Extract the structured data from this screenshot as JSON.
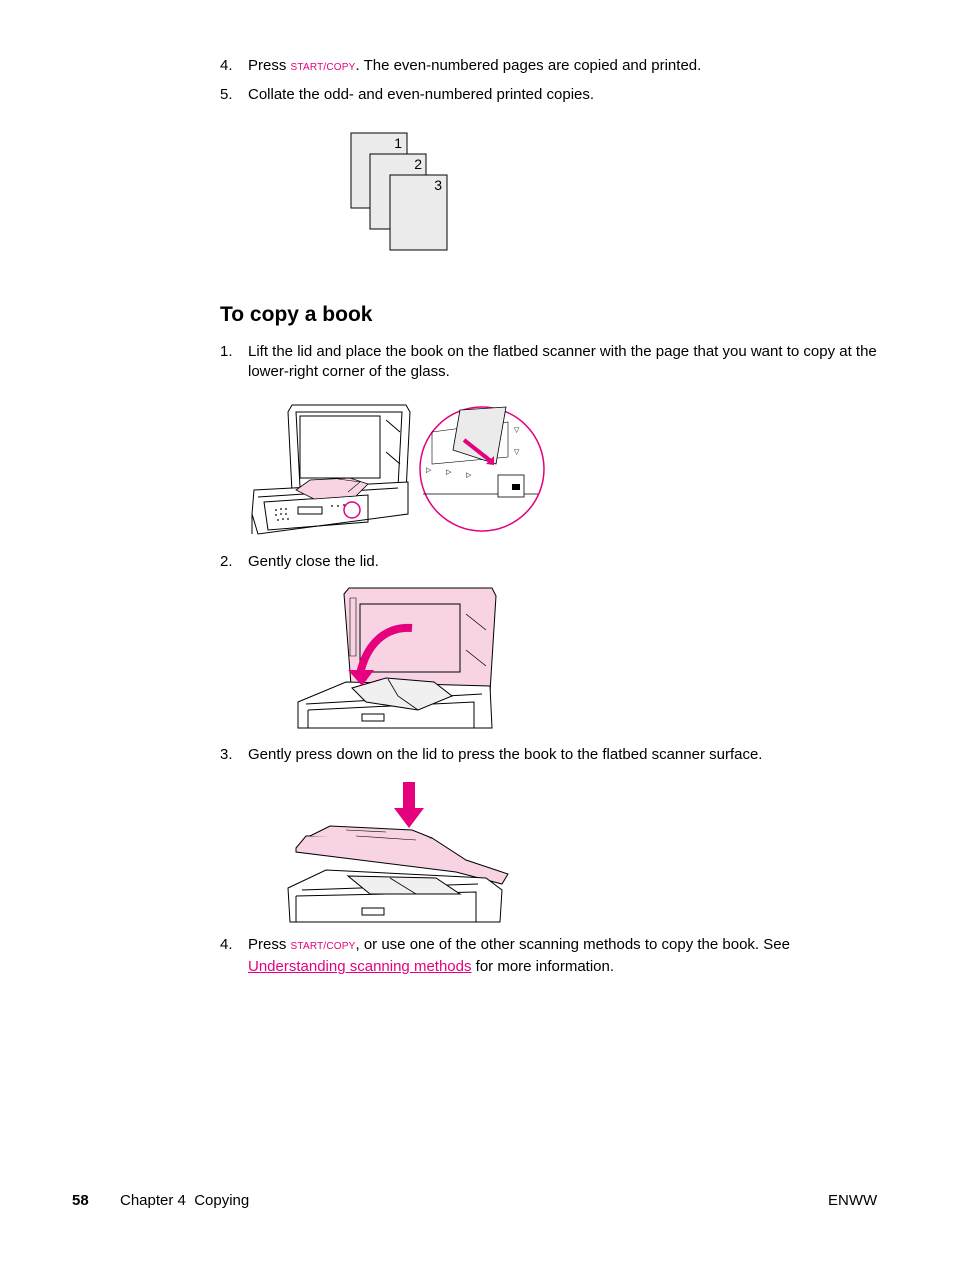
{
  "steps_top": [
    {
      "num": "4.",
      "pre": "Press ",
      "key1": "START",
      "sep": "/",
      "key2": "COPY",
      "post": ". The even-numbered pages are copied and printed."
    },
    {
      "num": "5.",
      "text": "Collate the odd- and even-numbered printed copies."
    }
  ],
  "collate_pages": [
    "1",
    "2",
    "3"
  ],
  "heading": "To copy a book",
  "book_steps": [
    {
      "num": "1.",
      "text": "Lift the lid and place the book on the flatbed scanner with the page that you want to copy at the lower-right corner of the glass."
    },
    {
      "num": "2.",
      "text": "Gently close the lid."
    },
    {
      "num": "3.",
      "text": "Gently press down on the lid to press the book to the flatbed scanner surface."
    },
    {
      "num": "4.",
      "pre": "Press ",
      "key1": "START",
      "sep": "/",
      "key2": "COPY",
      "post": ", or use one of the other scanning methods to copy the book. See ",
      "link": "Understanding scanning methods",
      "post2": " for more information."
    }
  ],
  "footer": {
    "page": "58",
    "chapter": "Chapter 4  Copying",
    "right": "ENWW"
  },
  "colors": {
    "accent": "#e5007e",
    "pink_fill": "#f7d3e4",
    "page_gray": "#ebebeb"
  }
}
